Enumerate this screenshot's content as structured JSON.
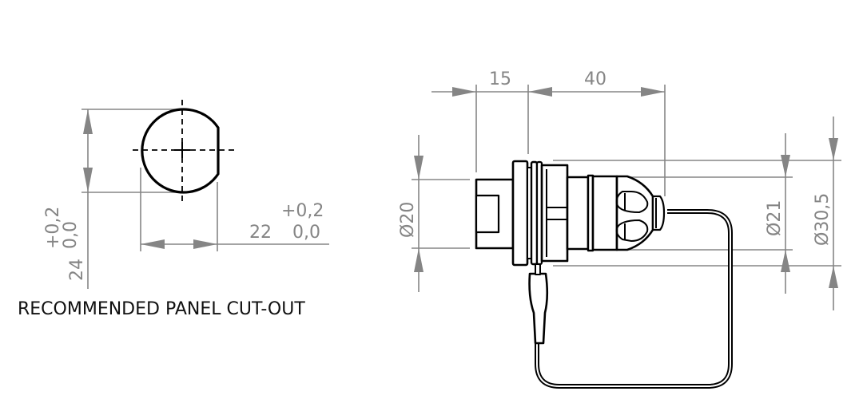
{
  "cutout": {
    "caption": "RECOMMENDED PANEL CUT-OUT",
    "height_dim": {
      "nominal": "24",
      "tol_upper": "+0,2",
      "tol_lower": "0,0"
    },
    "width_dim": {
      "nominal": "22",
      "tol_upper": "+0,2",
      "tol_lower": "0,0"
    }
  },
  "connector": {
    "dim_front_length": "15",
    "dim_rear_length": "40",
    "dim_front_diameter": "Ø20",
    "dim_rear_diameter": "Ø21",
    "dim_flange_diameter": "Ø30,5"
  },
  "colors": {
    "dimension_lines": "#858585",
    "part_outline": "#000000",
    "background": "#ffffff"
  }
}
